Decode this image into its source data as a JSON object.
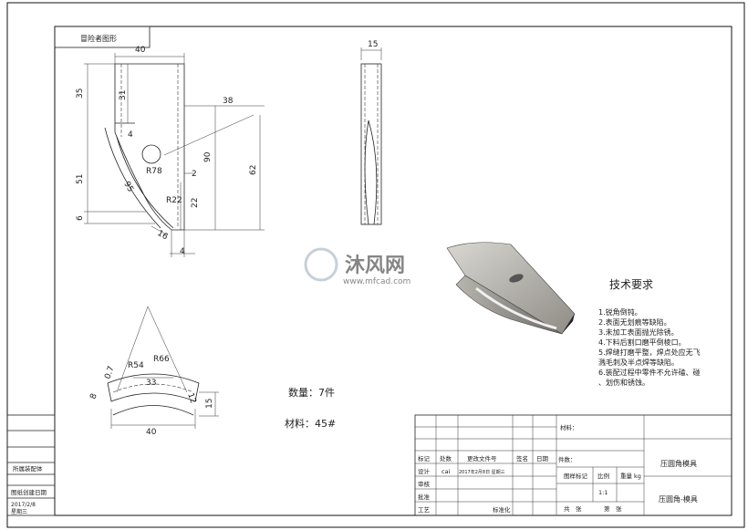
{
  "drawing_title": "冒险者图形",
  "front_view": {
    "dims": [
      "40",
      "35",
      "31",
      "51",
      "6",
      "38",
      "4",
      "R78",
      "90",
      "62",
      "95",
      "2",
      "22",
      "R22",
      "16",
      "4"
    ]
  },
  "side_view": {
    "dims": [
      "15"
    ]
  },
  "section_view": {
    "dims": [
      "R54",
      "R66",
      "0.7",
      "33",
      "8",
      "12",
      "15",
      "40"
    ]
  },
  "watermark": {
    "brand": "沐风网",
    "url": "www.mfcad.com"
  },
  "notes": {
    "title": "技术要求",
    "items": [
      "1.锐角倒钝。",
      "2.表面无划痕等缺陷。",
      "3.未加工表面抛光除锈。",
      "4.下料后割口磨平倒棱口。",
      "5.焊缝打磨平整，焊点处应无飞",
      "溅毛刺及半点焊等缺陷。",
      "6.装配过程中零件不允许磕、碰",
      "、划伤和锈蚀。"
    ]
  },
  "quantity": "数量：7件",
  "material_note": "材料：45#",
  "left_strip": {
    "assembly": "所属装配体",
    "date_label": "图纸创建日期",
    "date_value": "2017/2/8",
    "weekday": "星期三"
  },
  "title_block": {
    "material": "材料：",
    "part_count": "件数：",
    "rev_headers": [
      "标记",
      "处数",
      "更改文件号",
      "签名",
      "日期"
    ],
    "rows": [
      "设计",
      "审核",
      "批准",
      "工艺"
    ],
    "designer": "cai",
    "design_date": "2017年2月8日 星期三",
    "standard": "标准化",
    "stage_mark": "图样标记",
    "weight_label": "重量",
    "weight_unit": "kg",
    "scale_label": "比例",
    "scale": "1:1",
    "sheets_total": "共　张",
    "sheet_no": "第　张",
    "part_name": "压圆角模具",
    "drawing_name": "压圆角-模具"
  }
}
